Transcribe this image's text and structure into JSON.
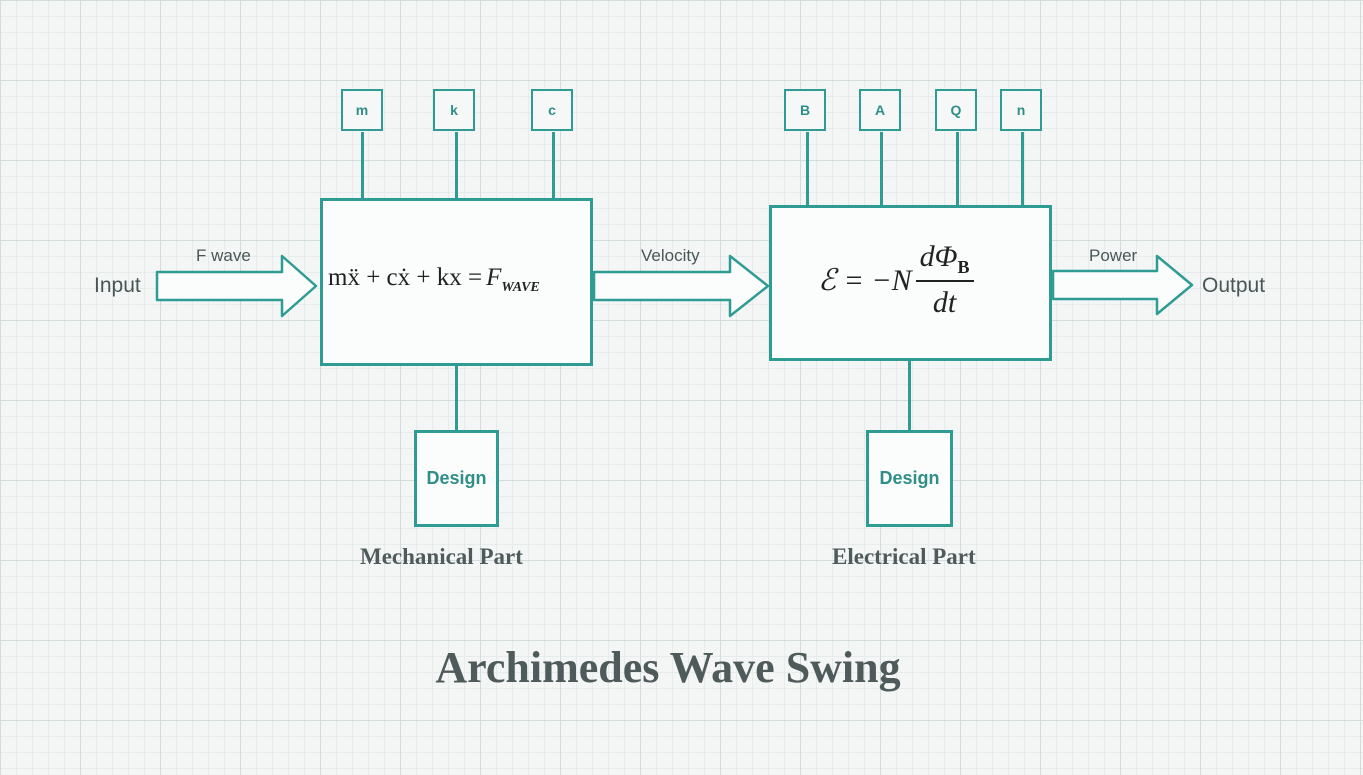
{
  "title": "Archimedes Wave Swing",
  "input_label": "Input",
  "output_label": "Output",
  "arrows": {
    "f_wave": "F wave",
    "velocity": "Velocity",
    "power": "Power"
  },
  "mechanical": {
    "params": [
      "m",
      "k",
      "c"
    ],
    "equation": {
      "lhs": "mẍ + cẋ + kx =",
      "force": "F",
      "subscript": "WAVE"
    },
    "design_label": "Design",
    "part_label": "Mechanical Part"
  },
  "electrical": {
    "params": [
      "B",
      "A",
      "Q",
      "n"
    ],
    "equation": {
      "lhs": "ℰ = −N",
      "numerator": "dΦ",
      "numerator_sub": "B",
      "denominator": "dt"
    },
    "design_label": "Design",
    "part_label": "Electrical Part"
  },
  "colors": {
    "accent": "#2f9c94",
    "text": "#4f5b5b"
  }
}
